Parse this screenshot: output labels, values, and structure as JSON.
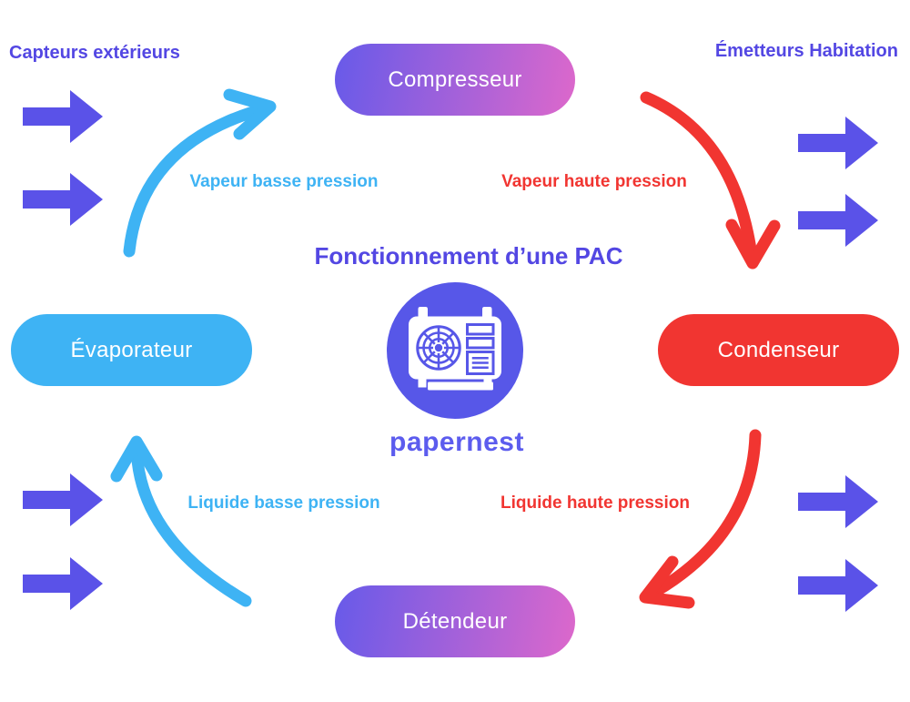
{
  "title": "Fonctionnement d’une PAC",
  "brand": {
    "name": "papernest"
  },
  "nodes": {
    "compresseur": "Compresseur",
    "evaporateur": "Évaporateur",
    "condenseur": "Condenseur",
    "detendeur": "Détendeur"
  },
  "side_labels": {
    "top_left": "Capteurs extérieurs",
    "top_right": "Émetteurs Habitation"
  },
  "flow_labels": {
    "vapeur_basse": "Vapeur basse pression",
    "vapeur_haute": "Vapeur haute pression",
    "liquide_basse": "Liquide basse pression",
    "liquide_haute": "Liquide haute pression"
  },
  "icons": {
    "center": "heat-pump-icon"
  },
  "colors": {
    "purple": "#5a52e8",
    "deep-purple-text": "#5347e3",
    "blue": "#3eb3f4",
    "red": "#f13531",
    "grad-start": "#675ae9",
    "grad-end": "#dd68cb",
    "logo-circle": "#5757e8",
    "logo-text": "#5c5cee"
  }
}
